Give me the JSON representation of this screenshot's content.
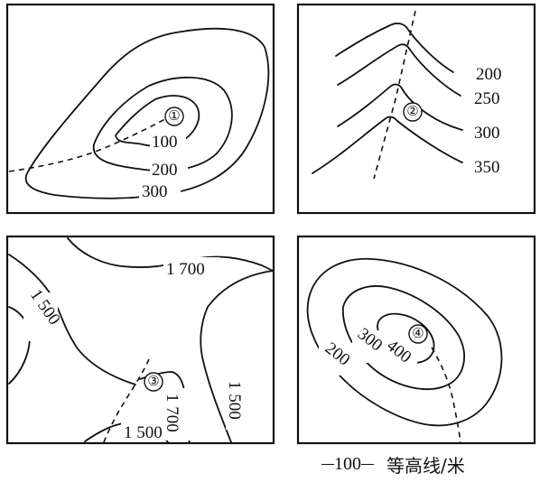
{
  "panels": {
    "p1": {
      "marker": "①",
      "labels": [
        "100",
        "200",
        "300"
      ]
    },
    "p2": {
      "marker": "②",
      "labels": [
        "200",
        "250",
        "300",
        "350"
      ]
    },
    "p3": {
      "marker": "③",
      "labels": [
        "1 700",
        "1 500",
        "1 500",
        "1 700",
        "1 500"
      ]
    },
    "p4": {
      "marker": "④",
      "labels": [
        "400",
        "300",
        "200"
      ]
    }
  },
  "legend": {
    "sample_value": "100",
    "text": "等高线/米"
  }
}
